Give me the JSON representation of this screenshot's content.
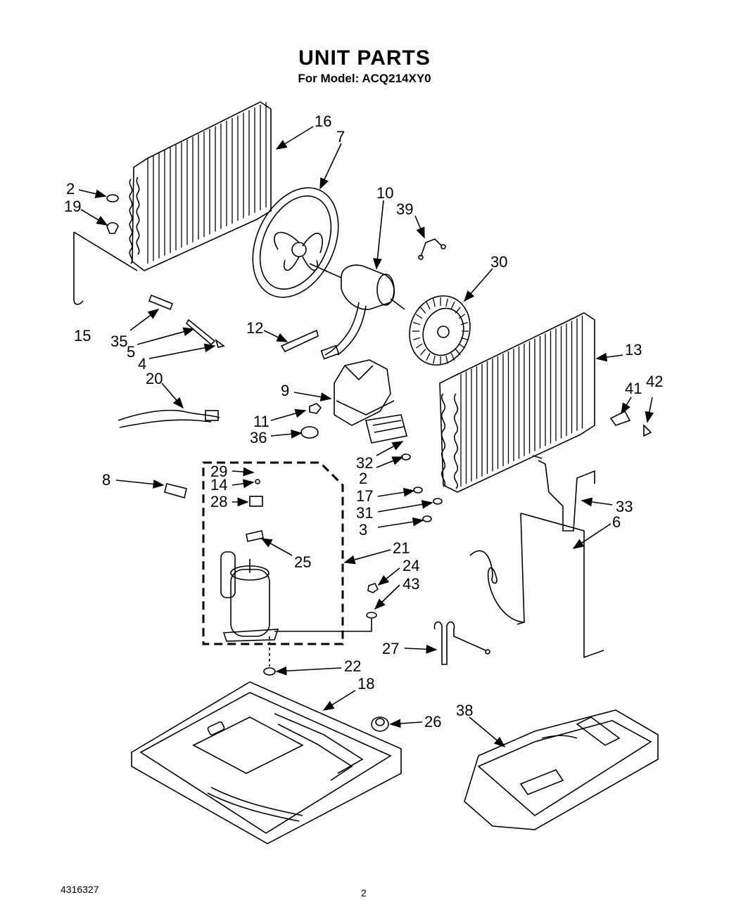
{
  "title": "UNIT PARTS",
  "subtitle": "For Model: ACQ214XY0",
  "doc_number": "4316327",
  "page_number": "2",
  "callouts": [
    "16",
    "7",
    "2",
    "19",
    "10",
    "39",
    "30",
    "15",
    "35",
    "5",
    "4",
    "12",
    "20",
    "9",
    "11",
    "36",
    "13",
    "41",
    "42",
    "8",
    "29",
    "14",
    "28",
    "32",
    "2",
    "17",
    "31",
    "3",
    "33",
    "6",
    "25",
    "21",
    "24",
    "43",
    "27",
    "22",
    "18",
    "26",
    "38"
  ]
}
